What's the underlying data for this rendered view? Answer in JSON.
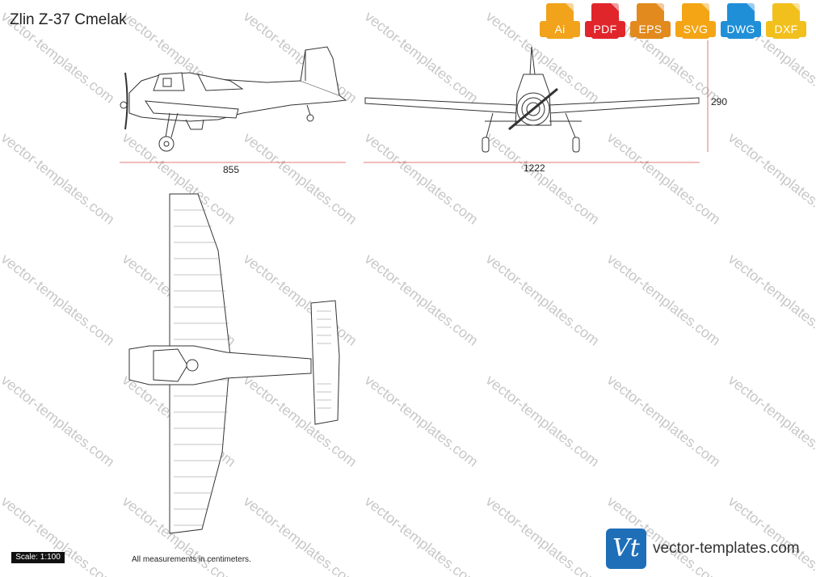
{
  "title": "Zlin Z-37 Cmelak",
  "formats": [
    {
      "label": "Ai",
      "color": "#f1a31b",
      "icon": "ai-file-icon"
    },
    {
      "label": "PDF",
      "color": "#e0262b",
      "icon": "pdf-file-icon"
    },
    {
      "label": "EPS",
      "color": "#e28a1d",
      "icon": "eps-file-icon"
    },
    {
      "label": "SVG",
      "color": "#f4a516",
      "icon": "svg-file-icon"
    },
    {
      "label": "DWG",
      "color": "#1f8fd8",
      "icon": "dwg-file-icon"
    },
    {
      "label": "DXF",
      "color": "#f2c01c",
      "icon": "dxf-file-icon"
    }
  ],
  "dimensions": {
    "length": "855",
    "wingspan": "1222",
    "height": "290"
  },
  "scale": "Scale: 1:100",
  "measurement_note": "All measurements in centimeters.",
  "brand": {
    "logo_text": "Vt",
    "site": "vector-templates.com"
  },
  "watermark": "vector-templates.com",
  "colors": {
    "dimension_line": "#d9534f",
    "outline": "#333333"
  }
}
